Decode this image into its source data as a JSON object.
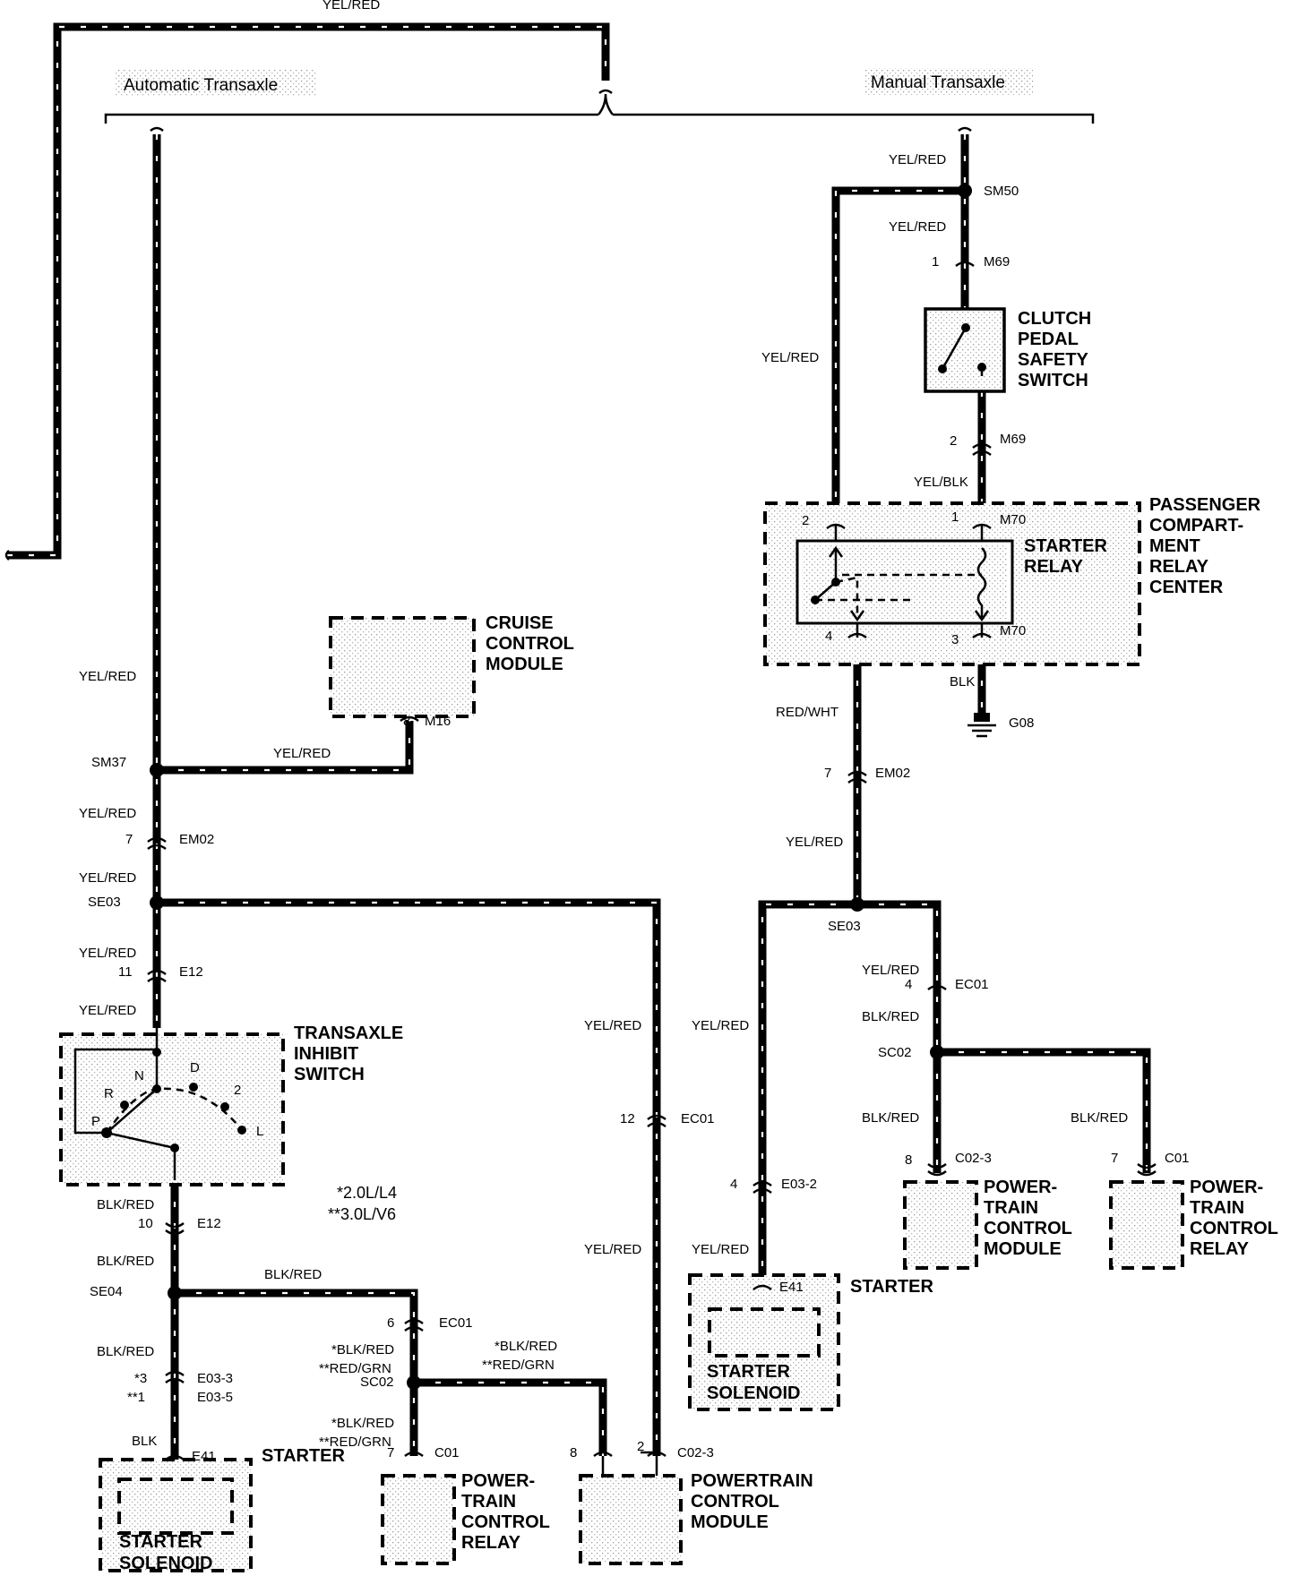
{
  "sections": {
    "automatic": "Automatic Transaxle",
    "manual": "Manual Transaxle"
  },
  "notes": {
    "engine_1": "*2.0L/L4",
    "engine_2": "**3.0L/V6"
  },
  "components": {
    "clutch_switch": [
      "CLUTCH",
      "PEDAL",
      "SAFETY",
      "SWITCH"
    ],
    "relay_center": [
      "PASSENGER",
      "COMPART-",
      "MENT",
      "RELAY",
      "CENTER"
    ],
    "starter_relay": [
      "STARTER",
      "RELAY"
    ],
    "cruise_module": [
      "CRUISE",
      "CONTROL",
      "MODULE"
    ],
    "inhibit_switch": [
      "TRANSAXLE",
      "INHIBIT",
      "SWITCH"
    ],
    "starter": "STARTER",
    "starter_solenoid": [
      "STARTER",
      "SOLENOID"
    ],
    "ptc_relay": [
      "POWER-",
      "TRAIN",
      "CONTROL",
      "RELAY"
    ],
    "pcm_two_line": [
      "POWERTRAIN",
      "CONTROL",
      "MODULE"
    ],
    "pcm_four_line": [
      "POWER-",
      "TRAIN",
      "CONTROL",
      "MODULE"
    ]
  },
  "inhibit_positions": {
    "p": "P",
    "r": "R",
    "n": "N",
    "d": "D",
    "two": "2",
    "l": "L"
  },
  "wire_colors": {
    "yel_red": "YEL/RED",
    "yel_blk": "YEL/BLK",
    "blk": "BLK",
    "red_wht": "RED/WHT",
    "blk_red": "BLK/RED",
    "blk_red_star": "*BLK/RED",
    "red_grn_2star": "**RED/GRN"
  },
  "connectors": {
    "sm50": "SM50",
    "m69": "M69",
    "m70": "M70",
    "g08": "G08",
    "em02": "EM02",
    "se03": "SE03",
    "ec01": "EC01",
    "sc02": "SC02",
    "c02_3": "C02-3",
    "c01": "C01",
    "e03_2": "E03-2",
    "e41": "E41",
    "m16": "M16",
    "sm37": "SM37",
    "e12": "E12",
    "se04": "SE04",
    "e03_3": "E03-3",
    "e03_5": "E03-5"
  },
  "pins": {
    "p1": "1",
    "p2": "2",
    "p3": "3",
    "p4": "4",
    "p6": "6",
    "p7": "7",
    "p8": "8",
    "p10": "10",
    "p11": "11",
    "p12": "12",
    "star3": "*3",
    "star1": "**1"
  }
}
